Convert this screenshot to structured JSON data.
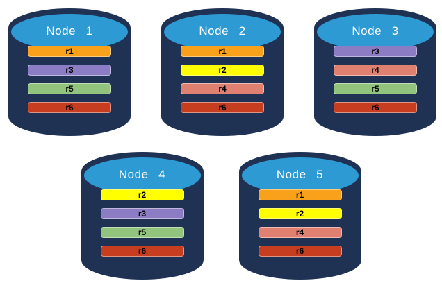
{
  "diagram": {
    "description": "Five database nodes holding replicated partitions",
    "colors": {
      "background": "#ffffff",
      "cylinder_body": "#1F3254",
      "cylinder_top": "#2E9AD4",
      "title_text": "#ffffff",
      "bar_text": "#000000",
      "replica_colors": {
        "r1": "#F9A11B",
        "r2": "#FFFF00",
        "r3": "#8B7CC4",
        "r4": "#E08070",
        "r5": "#93C47D",
        "r6": "#C63D20"
      }
    },
    "nodes": [
      {
        "title": "Node 1",
        "replicas": [
          "r1",
          "r3",
          "r5",
          "r6"
        ]
      },
      {
        "title": "Node 2",
        "replicas": [
          "r1",
          "r2",
          "r4",
          "r6"
        ]
      },
      {
        "title": "Node 3",
        "replicas": [
          "r3",
          "r4",
          "r5",
          "r6"
        ]
      },
      {
        "title": "Node 4",
        "replicas": [
          "r2",
          "r3",
          "r5",
          "r6"
        ]
      },
      {
        "title": "Node 5",
        "replicas": [
          "r1",
          "r2",
          "r4",
          "r6"
        ]
      }
    ]
  }
}
